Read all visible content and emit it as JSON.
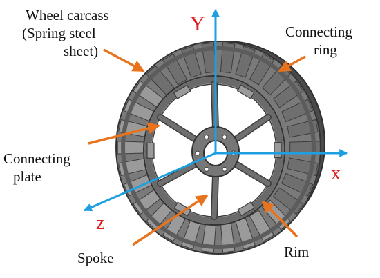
{
  "labels": {
    "carcass_line1": "Wheel carcass",
    "carcass_line2": "(Spring steel",
    "carcass_line3": "sheet)",
    "ring_line1": "Connecting",
    "ring_line2": "ring",
    "plate_line1": "Connecting",
    "plate_line2": "plate",
    "spoke": "Spoke",
    "rim": "Rim"
  },
  "axes": {
    "y": "Y",
    "x": "x",
    "z": "z"
  },
  "colors": {
    "axis": "#1e9fe0",
    "axis_label": "#e02020",
    "pointer": "#e8731c",
    "metal": "#6f6f6f",
    "metal_light": "#9a9a9a",
    "metal_dark": "#3c3c3c",
    "text": "#111111"
  }
}
